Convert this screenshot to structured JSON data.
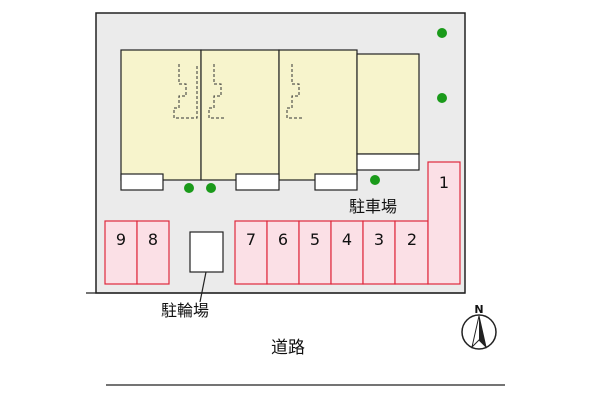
{
  "labels": {
    "parking": "駐車場",
    "bicycle_parking": "駐輪場",
    "road": "道路",
    "north": "N"
  },
  "parking_spaces": {
    "left_group": [
      "9",
      "8"
    ],
    "right_group": [
      "7",
      "6",
      "5",
      "4",
      "3",
      "2"
    ],
    "corner": "1"
  },
  "colors": {
    "lot": "#ebebeb",
    "building": "#f7f4cc",
    "parking_fill": "#fbe0e6",
    "parking_border": "#e0283c",
    "tree": "#1a9a1a",
    "outline": "#222222"
  },
  "icons": {
    "tree": "tree-icon",
    "compass": "north-compass-icon"
  }
}
